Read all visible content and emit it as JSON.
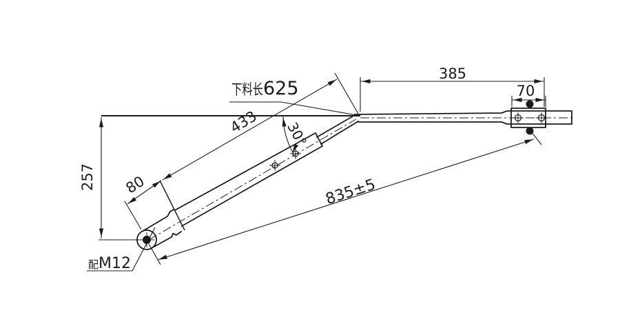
{
  "drawing": {
    "title": "wiper-arm-dimension-drawing",
    "background": "#ffffff",
    "line_color": "#1b1b1b",
    "labels": {
      "blank_length_prefix": "下料长",
      "blank_length_value": "625",
      "dim_arm_upper": "433",
      "dim_angle": "30°",
      "dim_head": "80",
      "dim_height": "257",
      "dim_overall": "835±5",
      "dim_rod": "385",
      "dim_bracket": "70",
      "thread_note_prefix": "配",
      "thread_note_value": "M12"
    }
  }
}
